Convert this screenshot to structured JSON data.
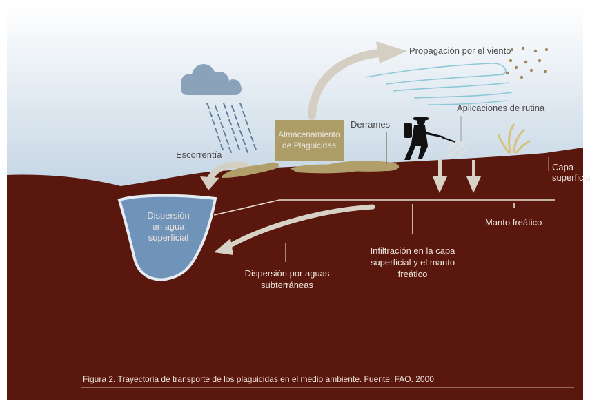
{
  "labels": {
    "wind": "Propagación por el viento",
    "routine": "Aplicaciones de rutina",
    "spills": "Derrames",
    "storage": "Almacenamiento\nde Plaguicidas",
    "runoff": "Escorrentía",
    "topsoil": "Capa\nsuperficial",
    "surface_water": "Dispersión\nen agua\nsuperficial",
    "water_table": "Manto freático",
    "infiltration": "Infiltración en la capa\nsuperficial y el manto\nfreático",
    "groundwater": "Dispersión por aguas\nsubterráneas"
  },
  "caption": "Figura 2. Trayectoria de transporte de los plaguicidas en el medio ambiente. Fuente: FAO. 2000",
  "colors": {
    "sky_top": "#ffffff",
    "sky_bottom": "#c8d8e6",
    "soil": "#5a170e",
    "water": "#6c8fb5",
    "storage_box": "#ad9d68",
    "arrow": "#d8d2c6"
  },
  "icons": [
    "rain-cloud-icon",
    "farmer-sprayer-icon",
    "plant-icon"
  ]
}
